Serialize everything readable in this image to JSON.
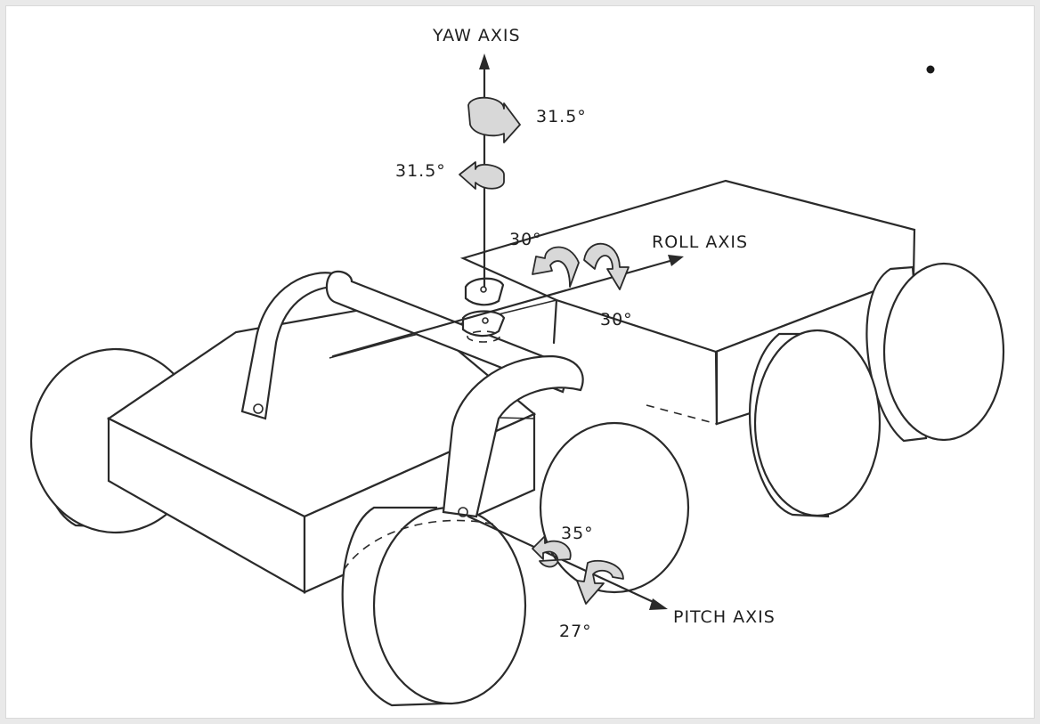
{
  "figure": {
    "axes": {
      "yaw": {
        "label": "YAW AXIS",
        "angle_pos": "31.5°",
        "angle_neg": "31.5°"
      },
      "roll": {
        "label": "ROLL AXIS",
        "angle_pos": "30°",
        "angle_neg": "30°"
      },
      "pitch": {
        "label": "PITCH AXIS",
        "angle_up": "35°",
        "angle_down": "27°"
      }
    }
  }
}
